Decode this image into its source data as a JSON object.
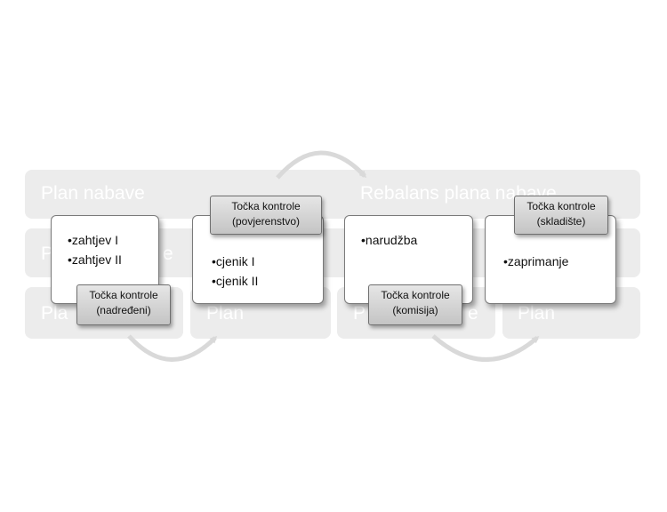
{
  "background_labels": {
    "row1_left": "Plan nabave",
    "row1_right": "Rebalans plana nabave",
    "row2_a": "P",
    "row2_b": "e",
    "row2_c": "ve",
    "row3_a": "Pla",
    "row3_b": "Plan",
    "row3_c": "P",
    "row3_d": "e",
    "row3_e": "Plan"
  },
  "cards": [
    {
      "items": [
        "zahtjev I",
        "zahtjev II"
      ],
      "control": {
        "line1": "Točka kontrole",
        "line2": "(nadređeni)"
      }
    },
    {
      "items": [
        "cjenik I",
        "cjenik II"
      ],
      "control": {
        "line1": "Točka kontrole",
        "line2": "(povjerenstvo)"
      }
    },
    {
      "items": [
        "narudžba"
      ],
      "control": {
        "line1": "Točka kontrole",
        "line2": "(komisija)"
      }
    },
    {
      "items": [
        "zaprimanje"
      ],
      "control": {
        "line1": "Točka kontrole",
        "line2": "(skladište)"
      }
    }
  ],
  "colors": {
    "background_rows": "#ececec",
    "card_border": "#7a7a7a",
    "control_fill": "#d4d4d4",
    "arrow": "#d9d9d9"
  }
}
